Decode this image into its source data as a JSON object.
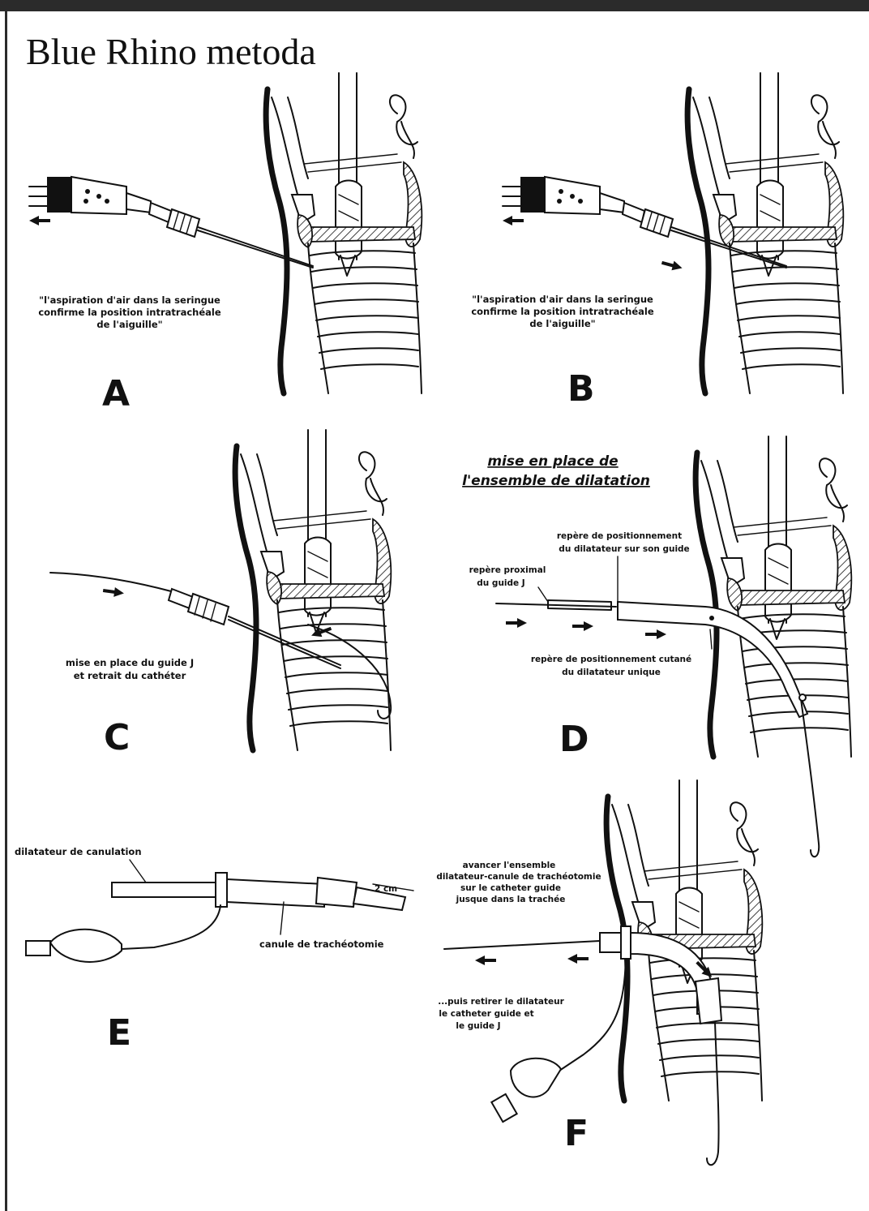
{
  "title": "Blue Rhino metoda",
  "panels": [
    {
      "letter": "A",
      "caption": [
        "\"l'aspiration d'air dans la seringue",
        "confirme la position intratrachéale",
        "de l'aiguille\""
      ]
    },
    {
      "letter": "B",
      "caption": [
        "\"l'aspiration d'air dans la seringue",
        "confirme la position intratrachéale",
        "de l'aiguille\""
      ]
    },
    {
      "letter": "C",
      "caption": [
        "mise en place du guide J",
        "et retrait du cathéter"
      ]
    },
    {
      "letter": "D",
      "heading": [
        "mise en place de",
        "l'ensemble de dilatation"
      ],
      "label_top": [
        "repère de positionnement",
        "du dilatateur sur son guide"
      ],
      "label_left": [
        "repère proximal",
        "du guide J"
      ],
      "label_bottom": [
        "repère de positionnement cutané",
        "du dilatateur unique"
      ]
    },
    {
      "letter": "E",
      "label_dilator": "dilatateur de canulation",
      "label_cannula": "canule de trachéotomie",
      "label_measure": "2 cm"
    },
    {
      "letter": "F",
      "label_top": [
        "avancer l'ensemble",
        "dilatateur-canule de trachéotomie",
        "sur le catheter guide",
        "jusque dans la trachée"
      ],
      "label_bottom": [
        "...puis retirer le dilatateur",
        "le catheter guide et",
        "le guide J"
      ]
    }
  ]
}
